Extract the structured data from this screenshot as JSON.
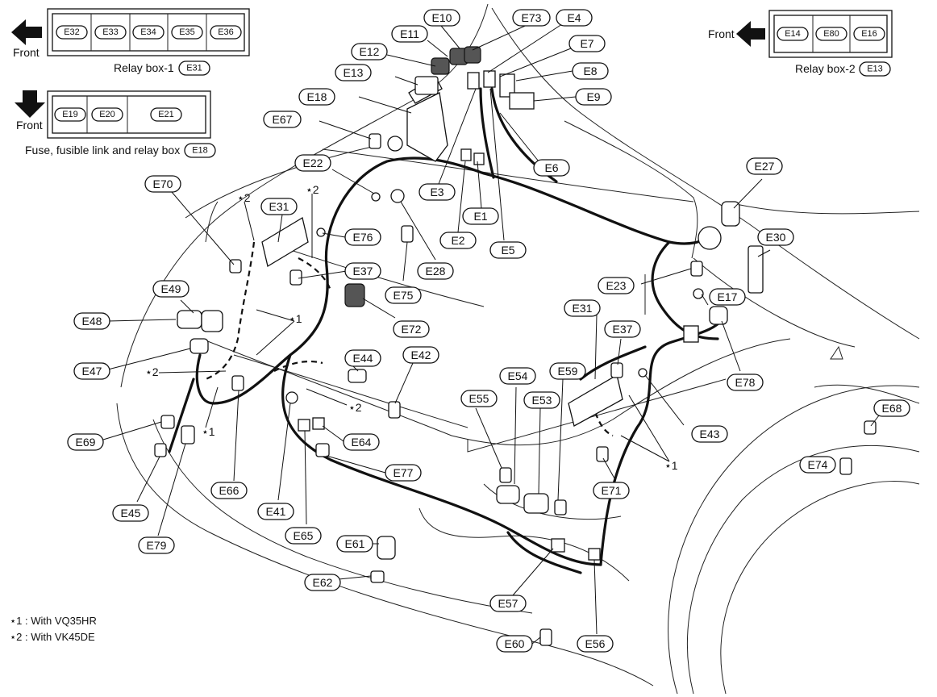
{
  "relay_box_1": {
    "front_label": "Front",
    "connectors": [
      "E32",
      "E33",
      "E34",
      "E35",
      "E36"
    ],
    "caption": "Relay box-1",
    "caption_code": "E31"
  },
  "fuse_box": {
    "front_label": "Front",
    "connectors": [
      "E19",
      "E20",
      "E21"
    ],
    "caption": "Fuse, fusible link and relay box",
    "caption_code": "E18"
  },
  "relay_box_2": {
    "front_label": "Front",
    "connectors": [
      "E14",
      "E80",
      "E16"
    ],
    "caption": "Relay box-2",
    "caption_code": "E13"
  },
  "callouts": {
    "e10": "E10",
    "e73": "E73",
    "e4": "E4",
    "e11": "E11",
    "e7": "E7",
    "e12": "E12",
    "e8": "E8",
    "e13": "E13",
    "e9": "E9",
    "e18": "E18",
    "e67": "E67",
    "e6": "E6",
    "e3": "E3",
    "e22": "E22",
    "e1": "E1",
    "e2": "E2",
    "e5": "E5",
    "e28": "E28",
    "e27": "E27",
    "e70": "E70",
    "e31a": "E31",
    "e76": "E76",
    "e30": "E30",
    "e37a": "E37",
    "e75": "E75",
    "e23": "E23",
    "e17": "E17",
    "e49": "E49",
    "e72": "E72",
    "e31b": "E31",
    "e48": "E48",
    "e37b": "E37",
    "e78": "E78",
    "e47": "E47",
    "e44": "E44",
    "e42": "E42",
    "e59": "E59",
    "e54": "E54",
    "e55": "E55",
    "e53": "E53",
    "e43": "E43",
    "e68": "E68",
    "e69": "E69",
    "e64": "E64",
    "e71": "E71",
    "e74": "E74",
    "e66": "E66",
    "e77": "E77",
    "e45": "E45",
    "e41": "E41",
    "e65": "E65",
    "e61": "E61",
    "e79": "E79",
    "e62": "E62",
    "e57": "E57",
    "e60": "E60",
    "e56": "E56"
  },
  "markers": {
    "star1": "⋆1",
    "star2": "⋆2"
  },
  "footnotes": {
    "note1": "⋆1 : With VQ35HR",
    "note2": "⋆2 : With VK45DE"
  }
}
